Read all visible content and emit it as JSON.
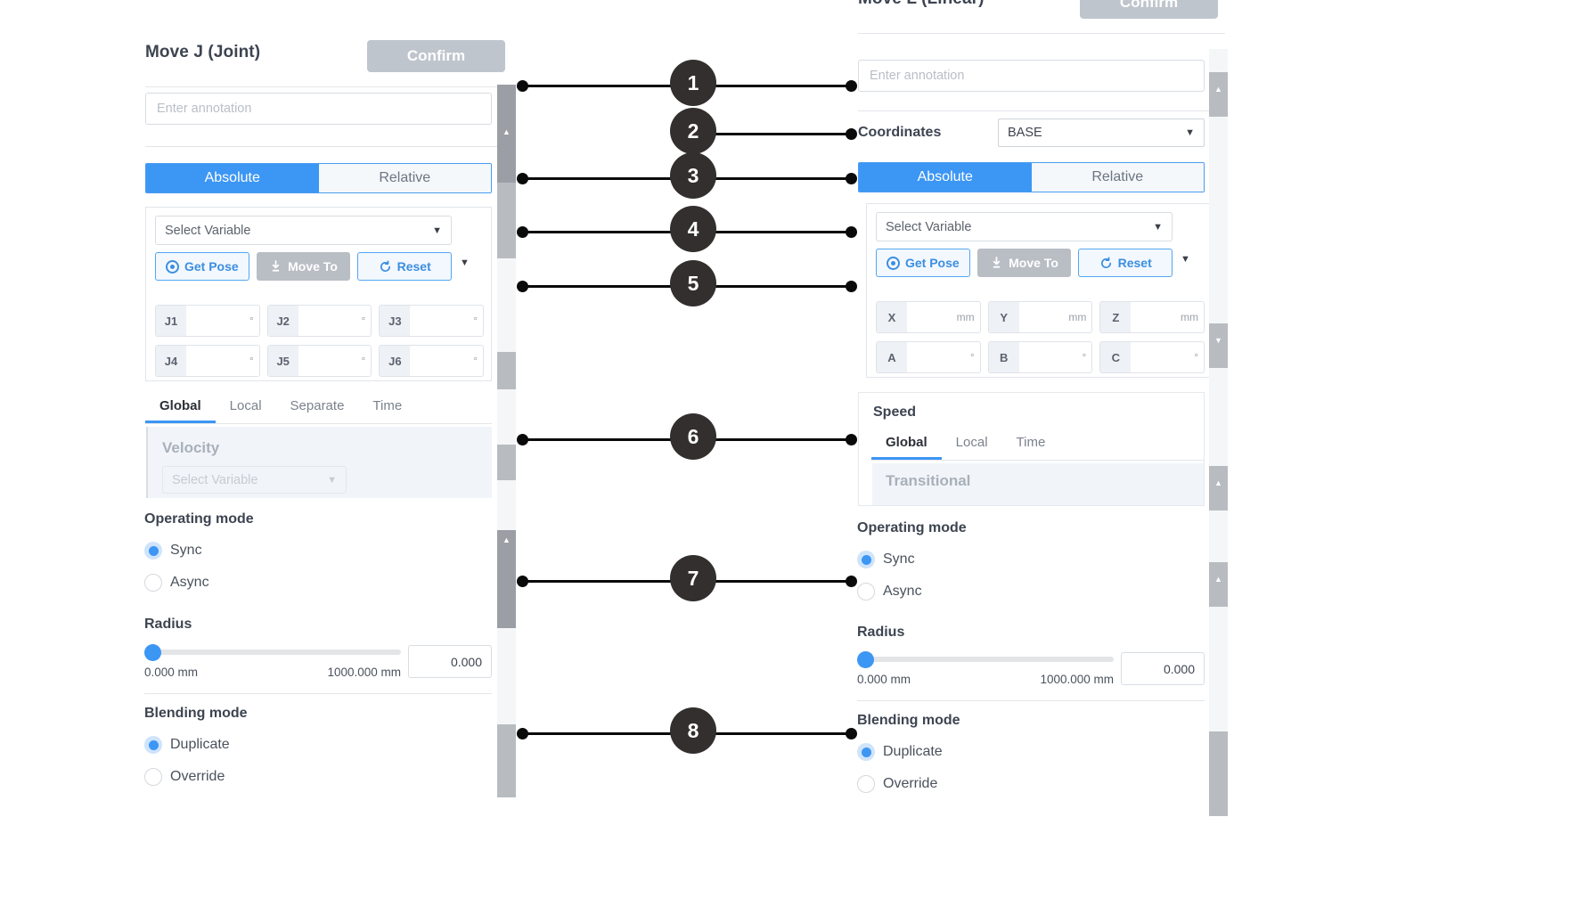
{
  "left_panel": {
    "title": "Move J (Joint)",
    "confirm_label": "Confirm",
    "annotation_placeholder": "Enter annotation",
    "mode_tabs": {
      "absolute": "Absolute",
      "relative": "Relative"
    },
    "select_variable": "Select Variable",
    "buttons": {
      "get_pose": "Get Pose",
      "move_to": "Move To",
      "reset": "Reset"
    },
    "joint_fields": [
      {
        "label": "J1",
        "value": "",
        "unit": "°"
      },
      {
        "label": "J2",
        "value": "",
        "unit": "°"
      },
      {
        "label": "J3",
        "value": "",
        "unit": "°"
      },
      {
        "label": "J4",
        "value": "",
        "unit": "°"
      },
      {
        "label": "J5",
        "value": "",
        "unit": "°"
      },
      {
        "label": "J6",
        "value": "",
        "unit": "°"
      }
    ],
    "speed_tabs": [
      "Global",
      "Local",
      "Separate",
      "Time"
    ],
    "speed_tab_active": "Global",
    "velocity_label": "Velocity",
    "velocity_select": "Select Variable",
    "operating_mode": {
      "heading": "Operating mode",
      "sync": "Sync",
      "async": "Async",
      "selected": "Sync"
    },
    "radius": {
      "heading": "Radius",
      "min_label": "0.000 mm",
      "max_label": "1000.000 mm",
      "value": "0.000"
    },
    "blending_mode": {
      "heading": "Blending mode",
      "duplicate": "Duplicate",
      "override": "Override",
      "selected": "Duplicate"
    }
  },
  "right_panel": {
    "title": "Move L (Linear)",
    "confirm_label": "Confirm",
    "annotation_placeholder": "Enter annotation",
    "coordinates_label": "Coordinates",
    "coordinates_value": "BASE",
    "mode_tabs": {
      "absolute": "Absolute",
      "relative": "Relative"
    },
    "select_variable": "Select Variable",
    "buttons": {
      "get_pose": "Get Pose",
      "move_to": "Move To",
      "reset": "Reset"
    },
    "pose_fields": [
      {
        "label": "X",
        "value": "",
        "unit": "mm"
      },
      {
        "label": "Y",
        "value": "",
        "unit": "mm"
      },
      {
        "label": "Z",
        "value": "",
        "unit": "mm"
      },
      {
        "label": "A",
        "value": "",
        "unit": "°"
      },
      {
        "label": "B",
        "value": "",
        "unit": "°"
      },
      {
        "label": "C",
        "value": "",
        "unit": "°"
      }
    ],
    "speed_card_title": "Speed",
    "speed_tabs": [
      "Global",
      "Local",
      "Time"
    ],
    "speed_tab_active": "Global",
    "transitional_label": "Transitional",
    "operating_mode": {
      "heading": "Operating mode",
      "sync": "Sync",
      "async": "Async",
      "selected": "Sync"
    },
    "radius": {
      "heading": "Radius",
      "min_label": "0.000 mm",
      "max_label": "1000.000 mm",
      "value": "0.000"
    },
    "blending_mode": {
      "heading": "Blending mode",
      "duplicate": "Duplicate",
      "override": "Override",
      "selected": "Duplicate"
    }
  },
  "callouts": [
    {
      "number": "1"
    },
    {
      "number": "2"
    },
    {
      "number": "3"
    },
    {
      "number": "4"
    },
    {
      "number": "5"
    },
    {
      "number": "6"
    },
    {
      "number": "7"
    },
    {
      "number": "8"
    }
  ],
  "colors": {
    "accent": "#3c96f4",
    "confirm_grey": "#bfc5cc",
    "callout_dark": "#332f2e",
    "panel_text": "#3d4451"
  }
}
